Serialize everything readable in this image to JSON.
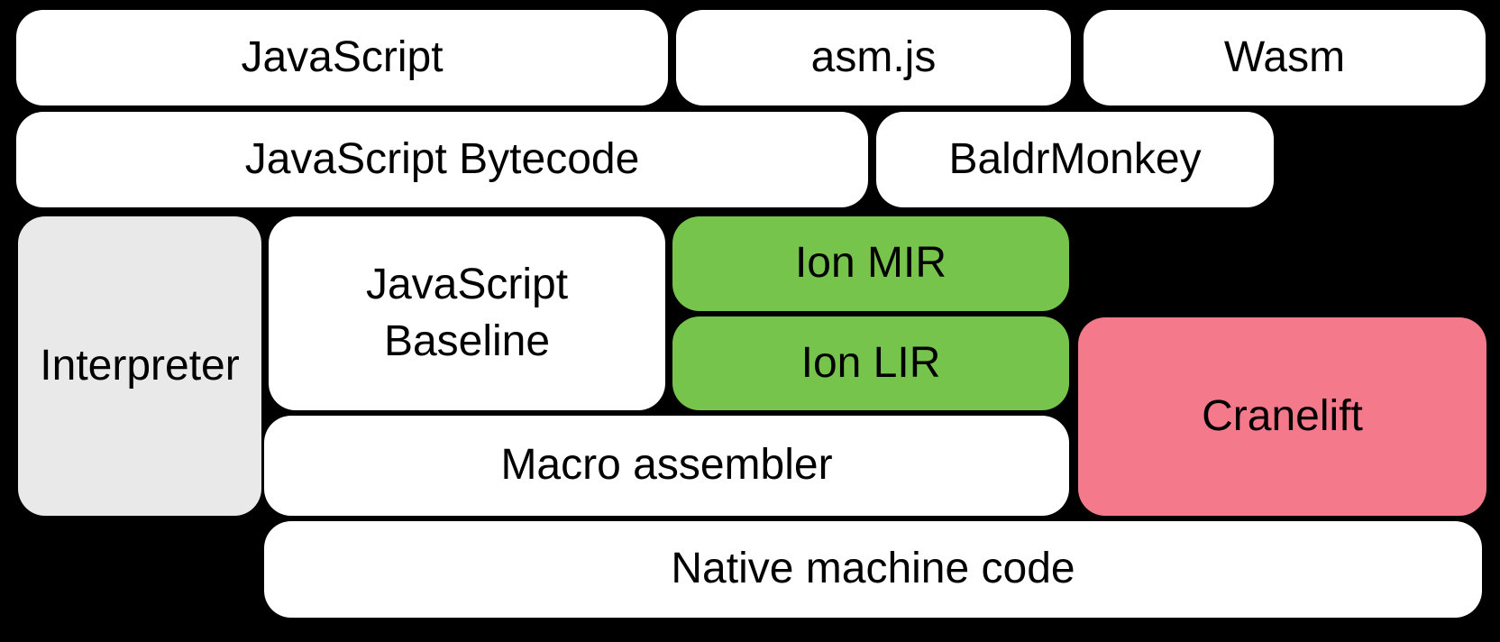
{
  "diagram": {
    "background": "#000000",
    "text_color": "#000000",
    "colors": {
      "default": "#ffffff",
      "muted": "#e9e9e9",
      "green": "#77c44d",
      "pink": "#f4798b"
    },
    "boxes": [
      {
        "id": "javascript",
        "label": "JavaScript",
        "variant": "default"
      },
      {
        "id": "asmjs",
        "label": "asm.js",
        "variant": "default"
      },
      {
        "id": "wasm",
        "label": "Wasm",
        "variant": "default"
      },
      {
        "id": "javascript-bytecode",
        "label": "JavaScript Bytecode",
        "variant": "default"
      },
      {
        "id": "baldrmonkey",
        "label": "BaldrMonkey",
        "variant": "default"
      },
      {
        "id": "interpreter",
        "label": "Interpreter",
        "variant": "muted"
      },
      {
        "id": "javascript-baseline",
        "label": "JavaScript\nBaseline",
        "variant": "default"
      },
      {
        "id": "ion-mir",
        "label": "Ion MIR",
        "variant": "green"
      },
      {
        "id": "ion-lir",
        "label": "Ion LIR",
        "variant": "green"
      },
      {
        "id": "cranelift",
        "label": "Cranelift",
        "variant": "pink"
      },
      {
        "id": "macro-assembler",
        "label": "Macro assembler",
        "variant": "default"
      },
      {
        "id": "native-machine-code",
        "label": "Native machine code",
        "variant": "default"
      }
    ]
  }
}
